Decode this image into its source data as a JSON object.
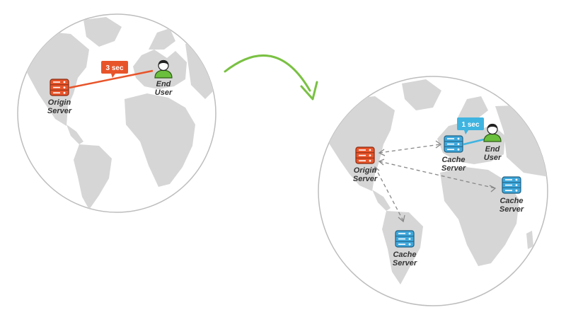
{
  "colors": {
    "origin": "#e8542a",
    "cache": "#3fa8dc",
    "user_green": "#6abf3c",
    "arrow_green": "#7ac143",
    "land": "#d6d6d6",
    "globe_border": "#bdbdbd",
    "dashed": "#888888",
    "latency_slow": "#e8542a",
    "latency_fast": "#3fb4e0"
  },
  "before": {
    "latency": "3 sec",
    "origin_label": [
      "Origin",
      "Server"
    ],
    "user_label": [
      "End",
      "User"
    ]
  },
  "after": {
    "latency": "1 sec",
    "origin_label": [
      "Origin",
      "Server"
    ],
    "user_label": [
      "End",
      "User"
    ],
    "cache_europe_label": [
      "Cache",
      "Server"
    ],
    "cache_africa_label": [
      "Cache",
      "Server"
    ],
    "cache_south_america_label": [
      "Cache",
      "Server"
    ]
  },
  "icons": {
    "origin": "server-stack-icon",
    "cache": "server-stack-icon",
    "user": "user-avatar-icon",
    "transition": "curved-arrow-icon"
  }
}
